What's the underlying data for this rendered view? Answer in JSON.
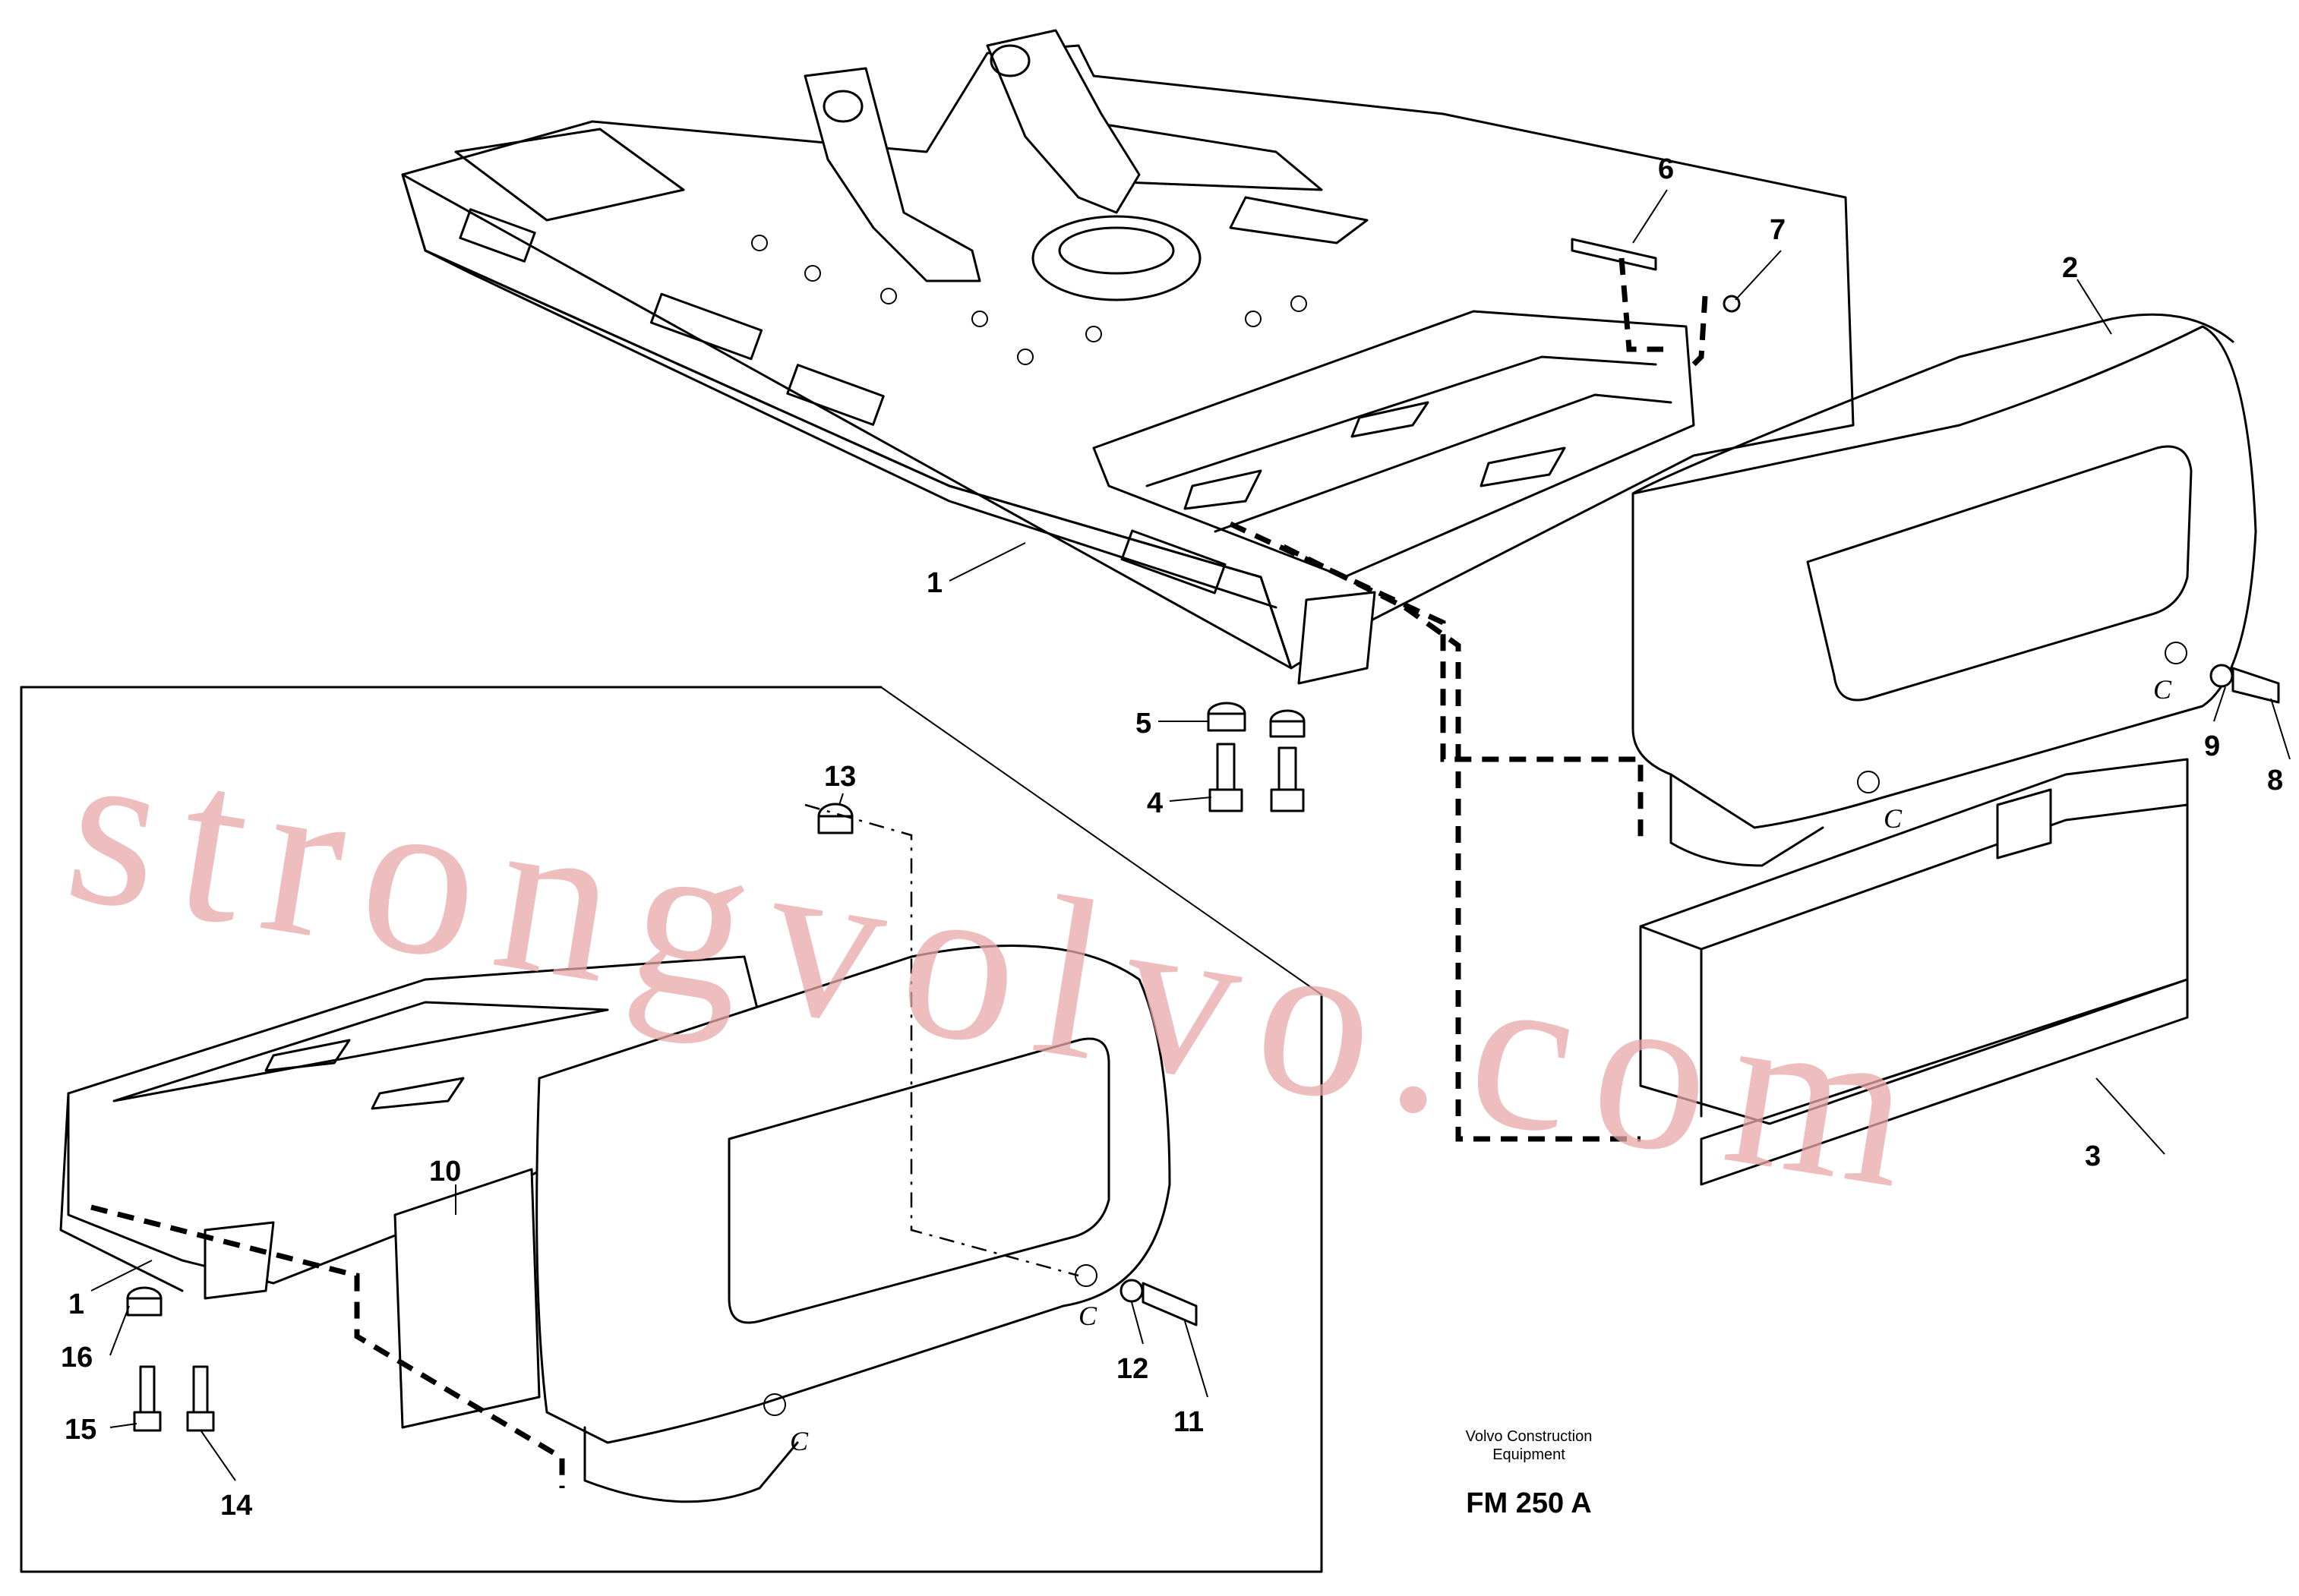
{
  "figure": {
    "callouts": [
      {
        "id": "c1",
        "text": "1"
      },
      {
        "id": "c2",
        "text": "2"
      },
      {
        "id": "c3",
        "text": "3"
      },
      {
        "id": "c4",
        "text": "4"
      },
      {
        "id": "c5",
        "text": "5"
      },
      {
        "id": "c6",
        "text": "6"
      },
      {
        "id": "c7",
        "text": "7"
      },
      {
        "id": "c8",
        "text": "8"
      },
      {
        "id": "c9",
        "text": "9"
      },
      {
        "id": "c1b",
        "text": "1"
      },
      {
        "id": "c10",
        "text": "10"
      },
      {
        "id": "c11",
        "text": "11"
      },
      {
        "id": "c12",
        "text": "12"
      },
      {
        "id": "c13",
        "text": "13"
      },
      {
        "id": "c14",
        "text": "14"
      },
      {
        "id": "c15",
        "text": "15"
      },
      {
        "id": "c16",
        "text": "16"
      }
    ],
    "position_marks": [
      "C",
      "C",
      "C",
      "C"
    ],
    "footer": {
      "company_line1": "Volvo Construction",
      "company_line2": "Equipment",
      "drawing_code": "FM 250 A"
    },
    "watermark": "strongvolvo.com"
  }
}
